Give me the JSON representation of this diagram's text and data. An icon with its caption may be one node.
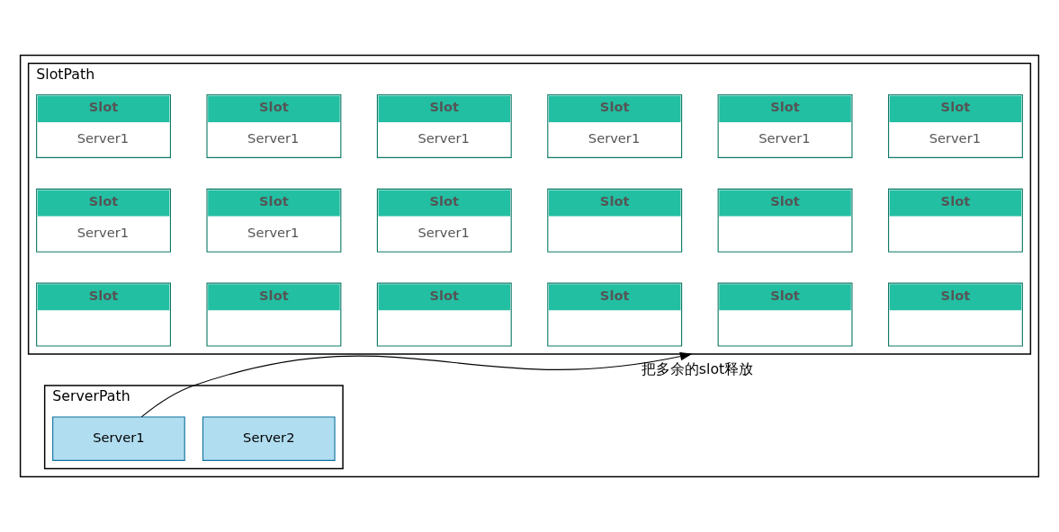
{
  "diagram": {
    "nodes": [
      {
        "text": [],
        "shape": "box"
      },
      {
        "text": [
          "SlotPath"
        ],
        "in": 0
      },
      {
        "text": [
          "Slot",
          "Server1"
        ],
        "in": 1
      },
      {
        "text": [
          "Slot",
          "Server1"
        ],
        "in": 1
      },
      {
        "text": [
          "Slot",
          "Server1"
        ],
        "in": 1
      },
      {
        "text": [
          "Slot",
          "Server1"
        ],
        "in": 1
      },
      {
        "text": [
          "Slot",
          "Server1"
        ],
        "in": 1
      },
      {
        "text": [
          "Slot",
          "Server1"
        ],
        "in": 1
      },
      {
        "text": [
          "Slot",
          "Server1"
        ],
        "in": 1
      },
      {
        "text": [
          "Slot",
          "Server1"
        ],
        "in": 1
      },
      {
        "text": [
          "Slot",
          "Server1"
        ],
        "in": 1
      },
      {
        "text": [
          "Slot"
        ],
        "in": 1
      },
      {
        "text": [
          "Slot"
        ],
        "in": 1
      },
      {
        "text": [
          "Slot"
        ],
        "in": 1
      },
      {
        "text": [
          "Slot"
        ],
        "in": 1
      },
      {
        "text": [
          "Slot"
        ],
        "in": 1
      },
      {
        "text": [
          "Slot"
        ],
        "in": 1
      },
      {
        "text": [
          "Slot"
        ],
        "in": 1
      },
      {
        "text": [
          "Slot"
        ],
        "in": 1
      },
      {
        "text": [
          "Slot"
        ],
        "in": 1
      },
      {
        "text": [
          "ServerPath"
        ],
        "in": 0
      },
      {
        "text": [
          "Server1"
        ],
        "in": 20
      },
      {
        "text": [
          "Server2"
        ],
        "in": 20
      }
    ],
    "edges": [
      {
        "from": 21,
        "to": 1,
        "arrow": "to",
        "label": "把多余的slot释放"
      }
    ]
  }
}
